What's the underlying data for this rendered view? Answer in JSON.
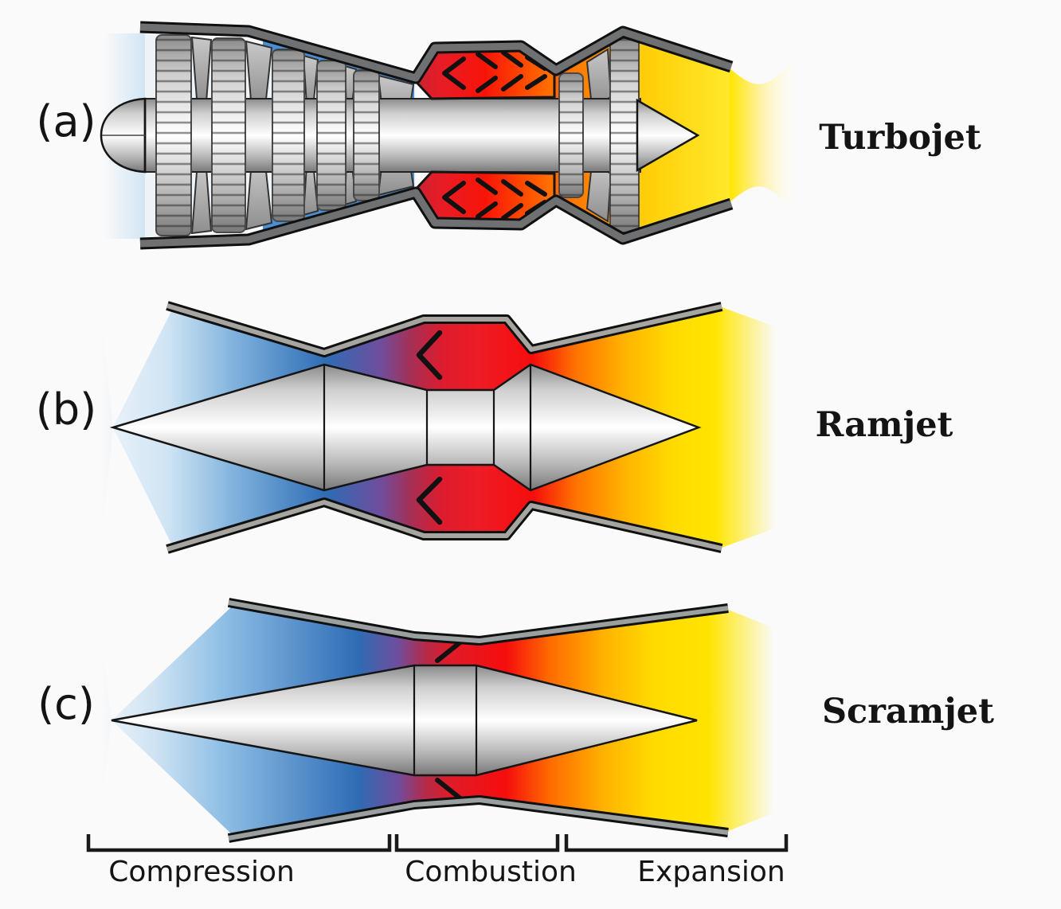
{
  "figure": {
    "background": "#fafafa"
  },
  "rows": [
    {
      "letter": "(a)",
      "name": "Turbojet"
    },
    {
      "letter": "(b)",
      "name": "Ramjet"
    },
    {
      "letter": "(c)",
      "name": "Scramjet"
    }
  ],
  "stage_axis": {
    "labels": [
      "Compression",
      "Combustion",
      "Expansion"
    ]
  },
  "colors": {
    "background": "#fafafa",
    "compression_blue": "#2e6cb5",
    "transition_purple": "#6f4d9c",
    "combustion_red": "#ee1c25",
    "exhaust_orange": "#ff7300",
    "expansion_yellow": "#ffe600",
    "inlet_pale_blue": "#cfe4f4",
    "turbojet_casing_gray": "#6e7072",
    "cowl_gray": "#a6a5a0",
    "metal_silver": "#cfcfcf",
    "outline_black": "#151515",
    "label_text": "#141414"
  }
}
